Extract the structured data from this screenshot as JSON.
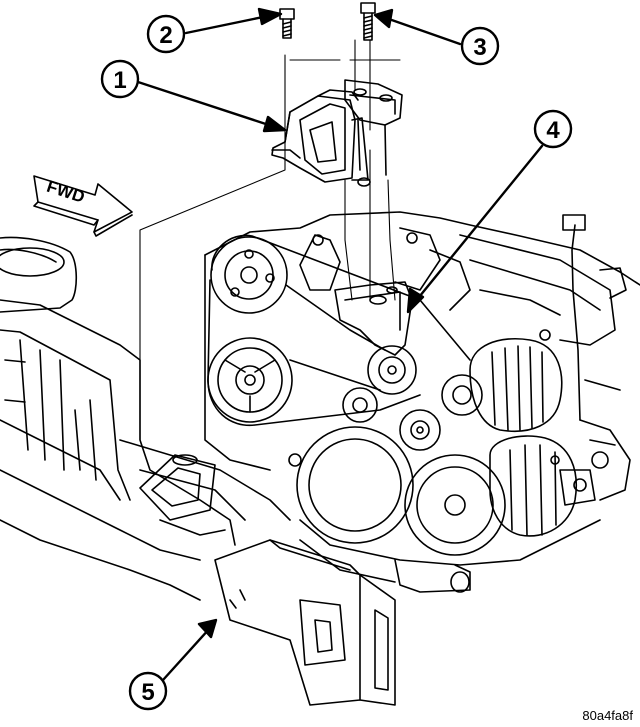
{
  "direction_label": "FWD",
  "callouts": [
    {
      "id": "1",
      "label": "1"
    },
    {
      "id": "2",
      "label": "2"
    },
    {
      "id": "3",
      "label": "3"
    },
    {
      "id": "4",
      "label": "4"
    },
    {
      "id": "5",
      "label": "5"
    }
  ],
  "figure_code": "80a4fa8f",
  "colors": {
    "line": "#000000",
    "background": "#ffffff"
  }
}
